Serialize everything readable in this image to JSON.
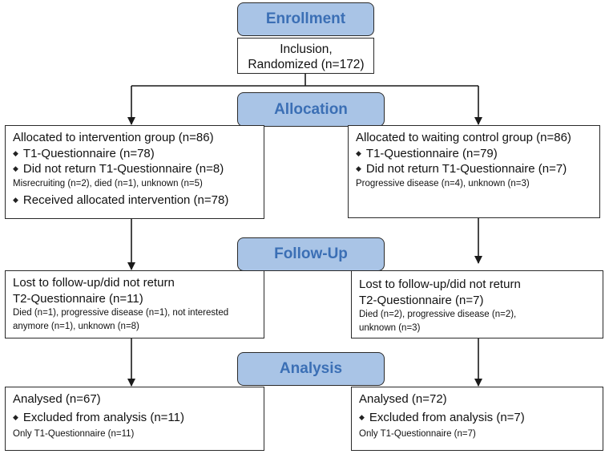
{
  "stages": {
    "enrollment": "Enrollment",
    "allocation": "Allocation",
    "follow_up": "Follow-Up",
    "analysis": "Analysis"
  },
  "inclusion": {
    "line1": "Inclusion,",
    "line2": "Randomized (n=172)"
  },
  "allocation": {
    "intervention": {
      "title": "Allocated to intervention group (n=86)",
      "t1": "T1-Questionnaire (n=78)",
      "not_returned": "Did not return T1-Questionnaire (n=8)",
      "reasons": "Misrecruiting (n=2), died (n=1), unknown (n=5)",
      "received": "Received allocated intervention (n=78)"
    },
    "control": {
      "title": "Allocated to waiting control group (n=86)",
      "t1": "T1-Questionnaire (n=79)",
      "not_returned": "Did not return T1-Questionnaire (n=7)",
      "reasons": "Progressive disease (n=4), unknown (n=3)"
    }
  },
  "follow_up": {
    "intervention": {
      "title1": "Lost to follow-up/did not return",
      "title2": "T2-Questionnaire (n=11)",
      "reasons": "Died (n=1), progressive disease (n=1), not interested anymore (n=1), unknown (n=8)"
    },
    "control": {
      "title1": "Lost to follow-up/did not return",
      "title2": "T2-Questionnaire (n=7)",
      "reasons": "Died (n=2), progressive disease (n=2), unknown (n=3)"
    }
  },
  "analysis": {
    "intervention": {
      "title": "Analysed (n=67)",
      "excluded": "Excluded from analysis (n=11)",
      "note": "Only T1-Questionnaire (n=11)"
    },
    "control": {
      "title": "Analysed (n=72)",
      "excluded": "Excluded from analysis (n=7)",
      "note": "Only T1-Questionnaire (n=7)"
    }
  },
  "colors": {
    "header_fill": "#a9c4e6",
    "header_text": "#3b6fb5",
    "border": "#2a2a2a"
  }
}
